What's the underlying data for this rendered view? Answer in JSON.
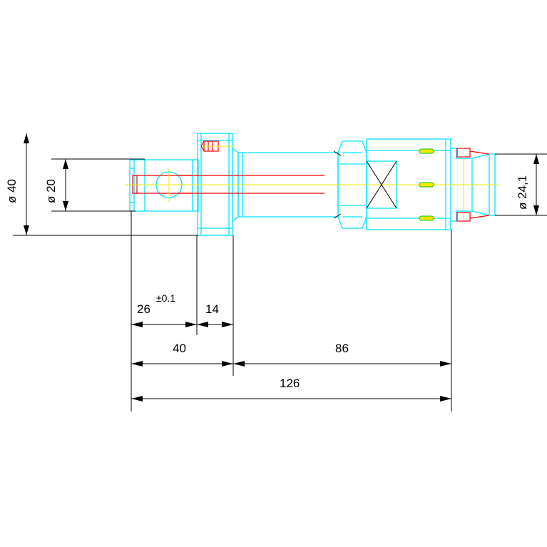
{
  "dimensions": {
    "d40": "ø 40",
    "d20": "ø 20",
    "d24": "ø 24,1",
    "len26": "26",
    "tol26": "±0.1",
    "len14": "14",
    "len40": "40",
    "len86": "86",
    "len126": "126"
  },
  "colors": {
    "outline": "#00e5ff",
    "hidden": "#ff0000",
    "centerline": "#f2ea00",
    "dimension": "#000000"
  }
}
